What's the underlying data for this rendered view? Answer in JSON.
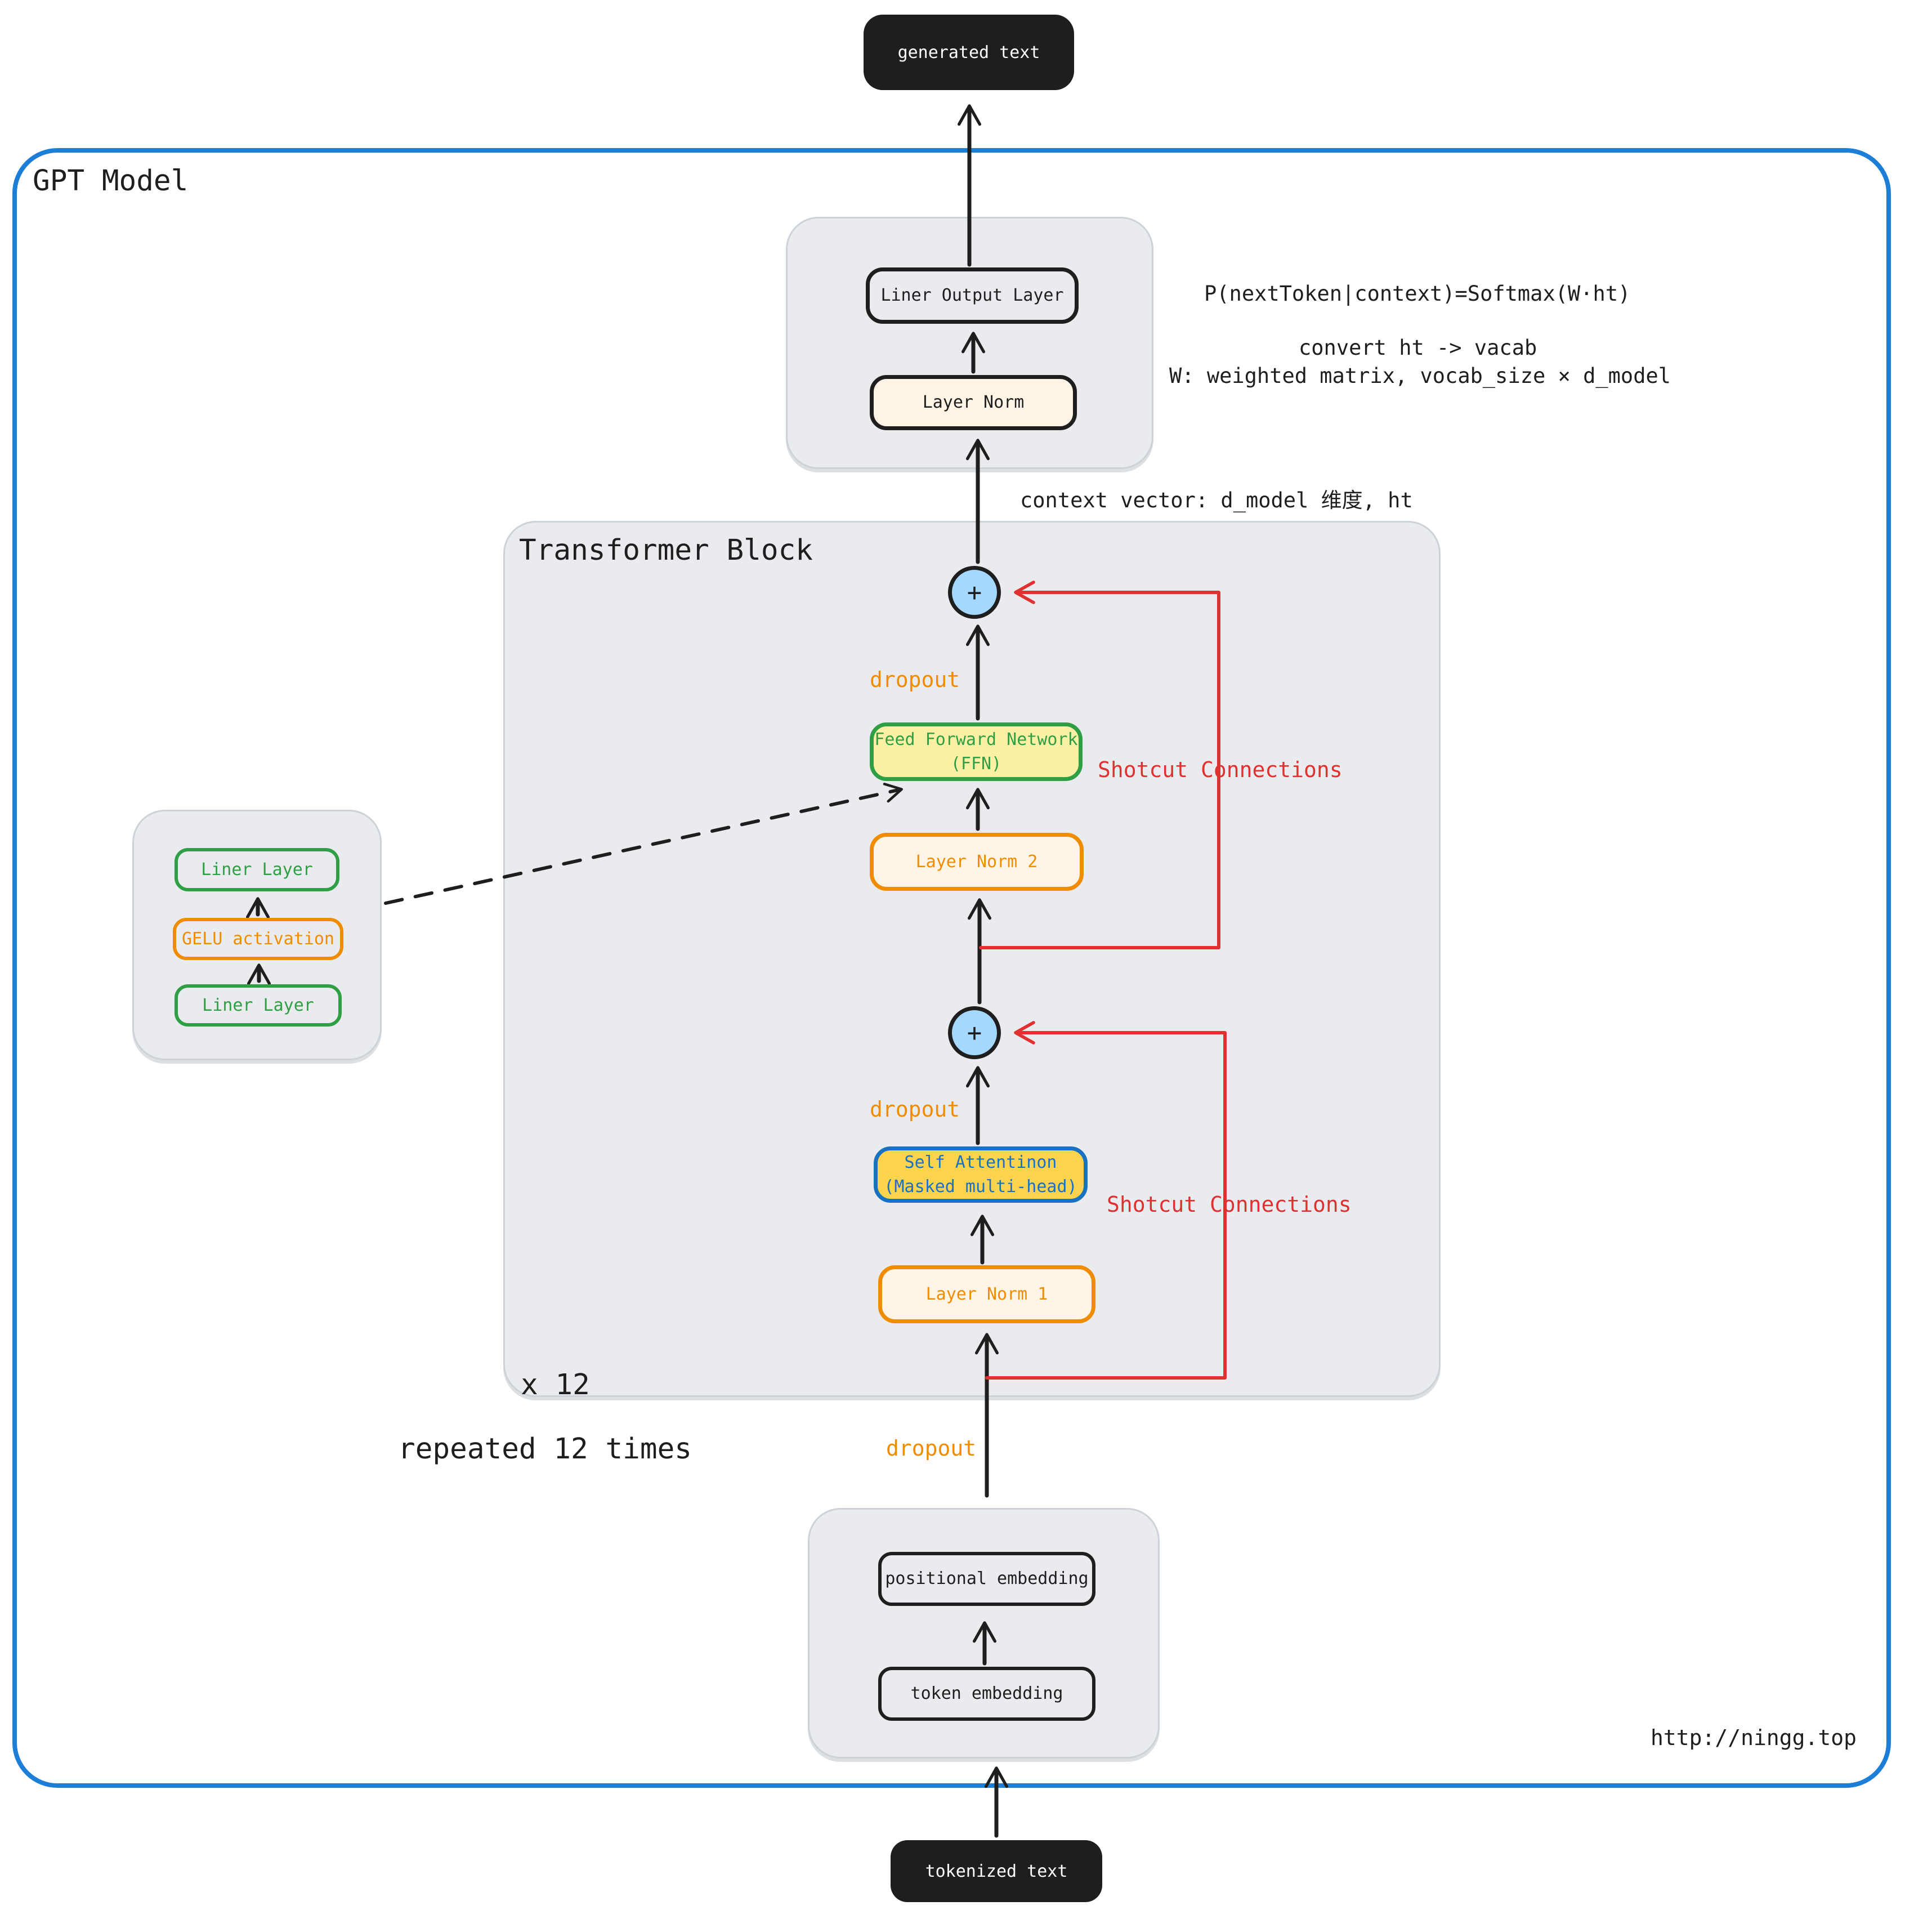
{
  "title": "GPT Model",
  "io": {
    "top_output": "generated text",
    "bottom_input": "tokenized text"
  },
  "output_head": {
    "liner_output_layer": "Liner Output Layer",
    "layer_norm": "Layer Norm"
  },
  "annotations": {
    "formula": "P(nextToken|context)=Softmax(W·ht)",
    "formula_note1": "convert ht -> vacab",
    "formula_note2": "W: weighted matrix, vocab_size × d_model",
    "context_vector": "context vector: d_model 维度, ht",
    "dropout": "dropout",
    "shortcut": "Shotcut Connections",
    "times_short": "x 12",
    "times_long": "repeated 12 times",
    "url": "http://ningg.top",
    "plus": "+"
  },
  "transformer_block": {
    "title": "Transformer Block",
    "ffn_line1": "Feed Forward Network",
    "ffn_line2": "(FFN)",
    "layer_norm_2": "Layer Norm 2",
    "self_attention_line1": "Self Attentinon",
    "self_attention_line2": "(Masked multi-head)",
    "layer_norm_1": "Layer Norm 1"
  },
  "ffn_detail": {
    "liner_layer_top": "Liner Layer",
    "gelu": "GELU activation",
    "liner_layer_bottom": "Liner Layer"
  },
  "embeddings": {
    "positional": "positional embedding",
    "token": "token embedding"
  },
  "colors": {
    "dark": "#1e1e1e",
    "blue": "#1c7ed6",
    "blue2": "#1971c2",
    "red": "#e03131",
    "orange": "#f08c00",
    "green": "#2f9e44",
    "yellow": "#fbf0a3",
    "gold": "#fcd34d",
    "cream": "#fff4e6",
    "sky": "#a5d8ff",
    "gray-fill": "#e9ebee",
    "gray-border": "#ccd2d8"
  }
}
